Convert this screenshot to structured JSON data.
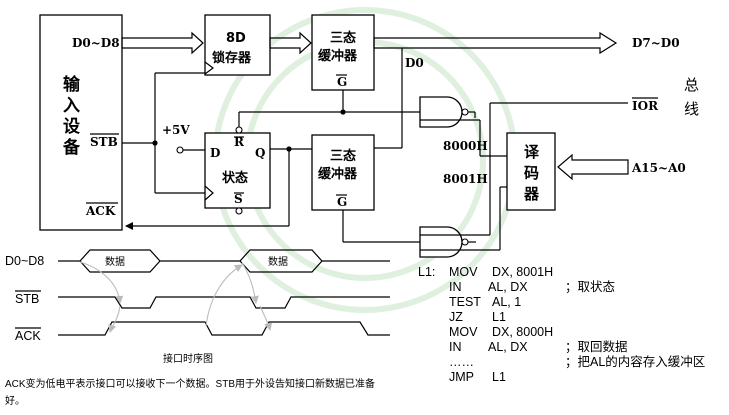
{
  "blocks": {
    "device": "输入设备",
    "latch": [
      "8D",
      "锁存器"
    ],
    "buffer1": [
      "三态",
      "缓冲器"
    ],
    "buffer2": [
      "三态",
      "缓冲器"
    ],
    "status": "状态",
    "decoder": "译码器",
    "bus": "总线"
  },
  "signals": {
    "data_in": "D0~D8",
    "data_out": "D7~D0",
    "d0": "D0",
    "stb": "STB",
    "ack": "ACK",
    "plus5v": "+5V",
    "ff_d": "D",
    "ff_q": "Q",
    "ff_r": "R",
    "ff_s": "S",
    "g1": "G",
    "g2": "G",
    "ior": "IOR",
    "addr_8000": "8000H",
    "addr_8001": "8001H",
    "addr_bus": "A15~A0"
  },
  "timing": {
    "row1": "D0~D8",
    "row2": "STB",
    "row3": "ACK",
    "data1": "数据",
    "data2": "数据",
    "caption": "接口时序图"
  },
  "note": [
    "ACK变为低电平表示接口可以接收下一个数据。STB用于外设告知接口新数据已准备",
    "好。"
  ],
  "code": [
    {
      "label": "L1:",
      "op": "MOV",
      "args": "DX, 8001H",
      "comment": ""
    },
    {
      "label": "",
      "op": "IN",
      "args": "AL, DX",
      "comment": "；取状态"
    },
    {
      "label": "",
      "op": "TEST",
      "args": "AL, 1",
      "comment": ""
    },
    {
      "label": "",
      "op": "JZ",
      "args": "L1",
      "comment": ""
    },
    {
      "label": "",
      "op": "MOV",
      "args": "DX, 8000H",
      "comment": ""
    },
    {
      "label": "",
      "op": "IN",
      "args": "AL, DX",
      "comment": "；取回数据"
    },
    {
      "label": "",
      "op": "……",
      "args": "",
      "comment": "；把AL的内容存入缓冲区"
    },
    {
      "label": "",
      "op": "JMP",
      "args": "L1",
      "comment": ""
    }
  ]
}
